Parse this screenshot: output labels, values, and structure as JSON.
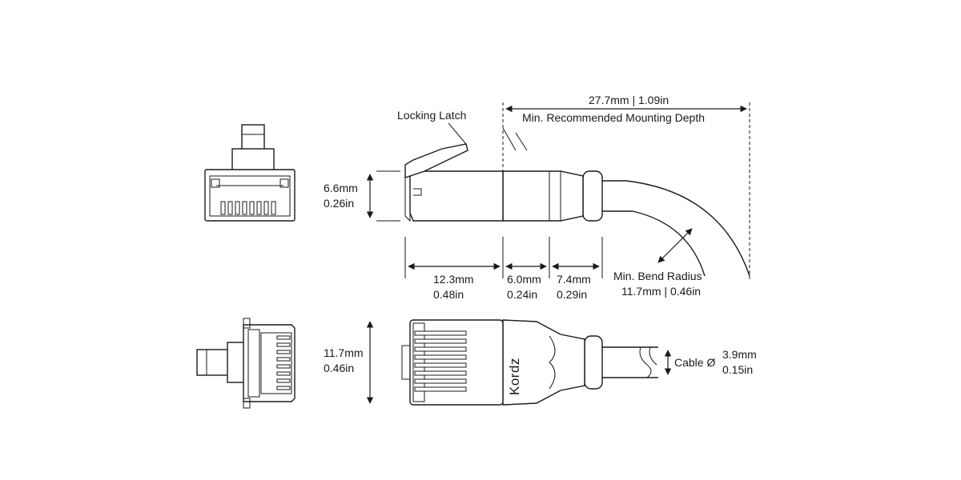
{
  "labels": {
    "locking_latch": "Locking Latch",
    "depth_value": "27.7mm | 1.09in",
    "depth_caption": "Min. Recommended Mounting Depth",
    "height_mm": "6.6mm",
    "height_in": "0.26in",
    "seg1_mm": "12.3mm",
    "seg1_in": "0.48in",
    "seg2_mm": "6.0mm",
    "seg2_in": "0.24in",
    "seg3_mm": "7.4mm",
    "seg3_in": "0.29in",
    "bend_caption": "Min. Bend Radius",
    "bend_value": "11.7mm | 0.46in",
    "width_mm": "11.7mm",
    "width_in": "0.46in",
    "cable_caption": "Cable Ø",
    "cable_mm": "3.9mm",
    "cable_in": "0.15in",
    "brand": "Kordz"
  },
  "colors": {
    "line": "#1a1a1a",
    "background": "#ffffff"
  }
}
